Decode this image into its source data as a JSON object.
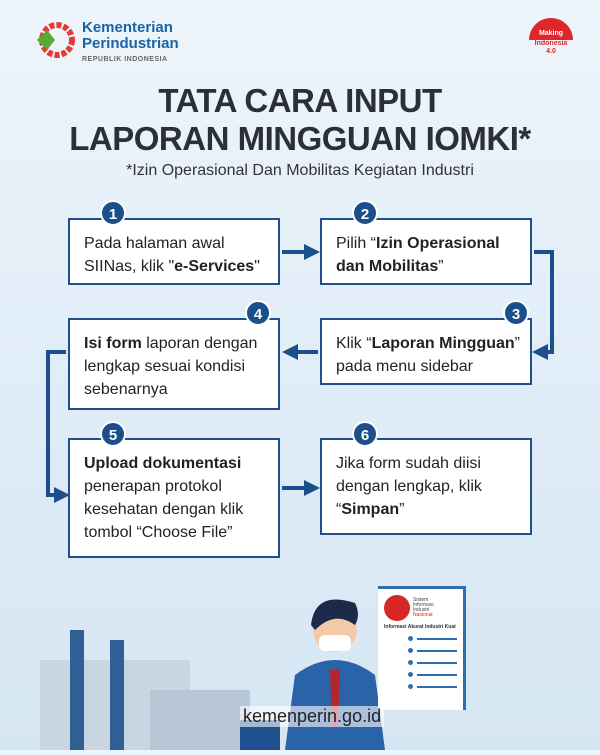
{
  "header": {
    "org_line1": "Kementerian",
    "org_line2": "Perindustrian",
    "org_sub": "REPUBLIK INDONESIA",
    "badge_line1": "Making",
    "badge_line2": "Indonesia",
    "badge_line3": "4.0"
  },
  "title_line1": "TATA CARA INPUT",
  "title_line2": "LAPORAN MINGGUAN IOMKI*",
  "subtitle": "*Izin Operasional Dan Mobilitas Kegiatan Industri",
  "steps": [
    {
      "num": "1",
      "parts": [
        {
          "t": "Pada halaman awal SIINas, klik \""
        },
        {
          "t": "e-Services",
          "b": true
        },
        {
          "t": "\""
        }
      ]
    },
    {
      "num": "2",
      "parts": [
        {
          "t": "Pilih “"
        },
        {
          "t": "Izin Operasional dan Mobilitas",
          "b": true
        },
        {
          "t": "”"
        }
      ]
    },
    {
      "num": "3",
      "parts": [
        {
          "t": "Klik “"
        },
        {
          "t": "Laporan Mingguan",
          "b": true
        },
        {
          "t": "” pada menu sidebar"
        }
      ]
    },
    {
      "num": "4",
      "parts": [
        {
          "t": "Isi form",
          "b": true
        },
        {
          "t": " laporan dengan lengkap sesuai kondisi sebenarnya"
        }
      ]
    },
    {
      "num": "5",
      "parts": [
        {
          "t": "Upload dokumentasi",
          "b": true
        },
        {
          "t": " penerapan protokol kesehatan dengan klik tombol “Choose File”"
        }
      ]
    },
    {
      "num": "6",
      "parts": [
        {
          "t": "Jika form sudah diisi dengan lengkap, klik “"
        },
        {
          "t": "Simpan",
          "b": true
        },
        {
          "t": "”"
        }
      ]
    }
  ],
  "document": {
    "logo_line1": "Sistem",
    "logo_line2": "Informasi",
    "logo_line3": "Industri",
    "logo_line4": "Nasional",
    "tagline": "Informasi Akurat Industri Kuat"
  },
  "footer_url": "kemenperin.go.id"
}
